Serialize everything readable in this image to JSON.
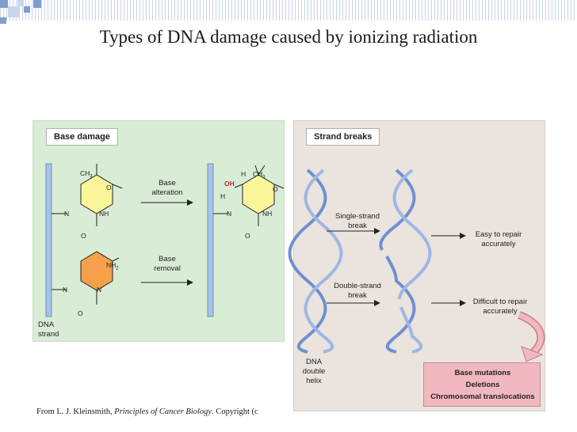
{
  "title": "Types of DNA damage caused by ionizing radiation",
  "base_damage": {
    "tag": "Base damage",
    "alteration_label_1": "Base",
    "alteration_label_2": "alteration",
    "removal_label_1": "Base",
    "removal_label_2": "removal",
    "strand_label_1": "DNA",
    "strand_label_2": "strand",
    "atoms": {
      "ch3": "CH",
      "ch3_sub": "3",
      "o": "O",
      "n": "N",
      "nh": "NH",
      "nh2": "NH",
      "nh2_sub": "2",
      "h": "H",
      "oh": "OH"
    }
  },
  "strand_breaks": {
    "tag": "Strand breaks",
    "single_label_1": "Single-strand",
    "single_label_2": "break",
    "double_label_1": "Double-strand",
    "double_label_2": "break",
    "easy_1": "Easy to repair",
    "easy_2": "accurately",
    "difficult_1": "Difficult to repair",
    "difficult_2": "accurately",
    "helix_1": "DNA",
    "helix_2": "double",
    "helix_3": "helix",
    "outcomes": [
      "Base mutations",
      "Deletions",
      "Chromosomal translocations"
    ]
  },
  "credit": {
    "prefix": "From L. J. Kleinsmith, ",
    "book": "Principles of Cancer Biology",
    "suffix": ". Copyright (c"
  },
  "colors": {
    "panel_green": "#d9ecd6",
    "panel_beige": "#eae3de",
    "strand_blue": "#a7c4e6",
    "ring_yellow": "#fbf59a",
    "ring_orange": "#f6a04b",
    "outcome_pink": "#f2b8c0"
  }
}
